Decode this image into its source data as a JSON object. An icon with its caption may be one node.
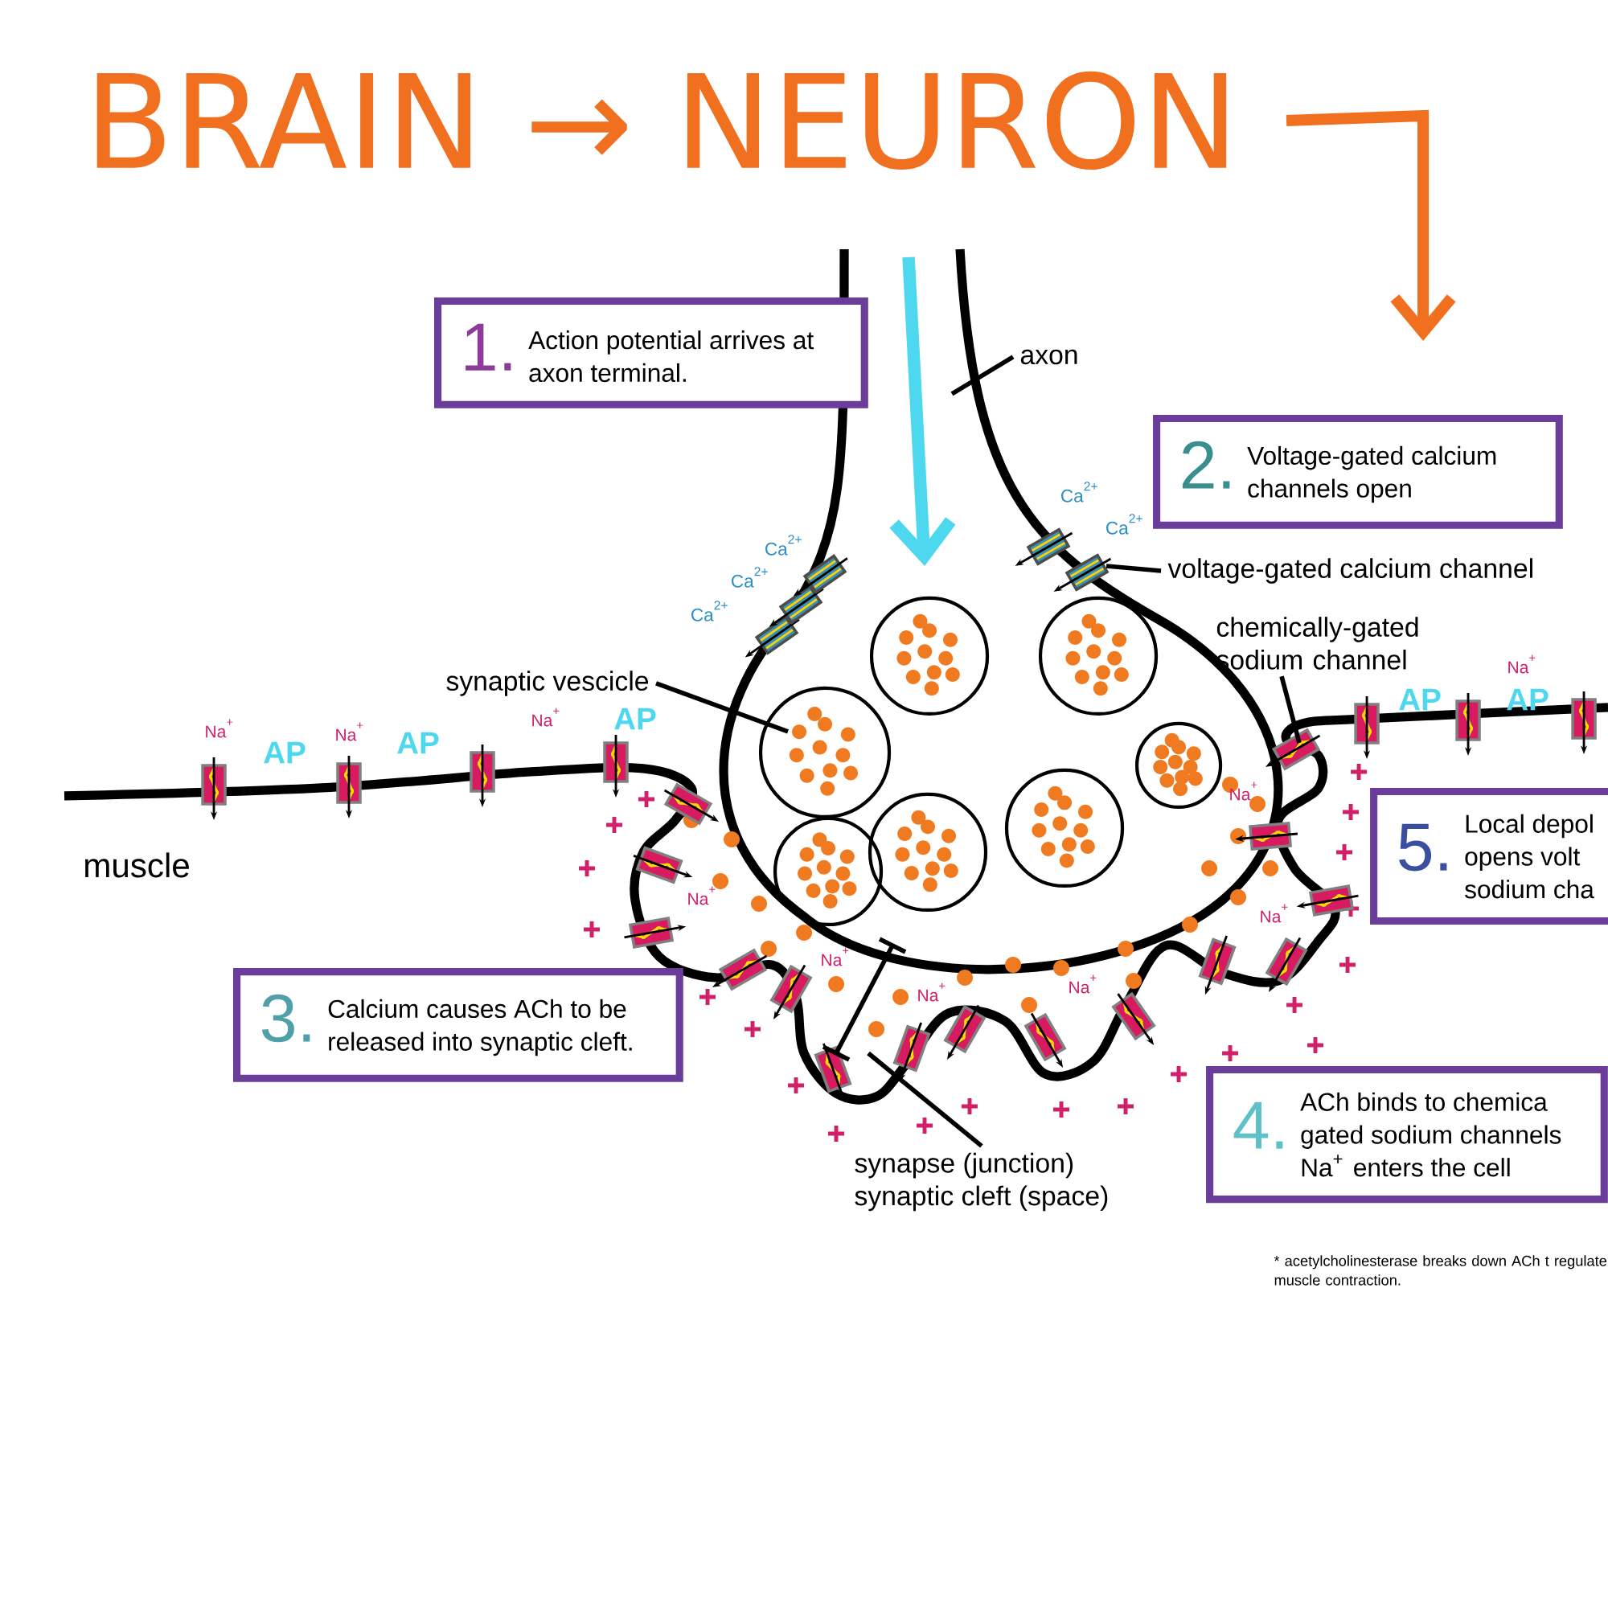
{
  "diagram": {
    "title": "BRAIN → NEURON",
    "nodes": [
      {
        "text": [
          "1.",
          "Action potential arrives at axon terminal."
        ]
      },
      {
        "text": [
          "2.",
          "Voltage-gated calcium channels open"
        ]
      },
      {
        "text": [
          "3.",
          "Calcium causes ACh to be released into synaptic cleft."
        ]
      },
      {
        "text": [
          "4.",
          "ACh binds to chemica gated sodium channels Na$^{+}$ enters the cell"
        ]
      },
      {
        "text": [
          "5.",
          "Local depol opens volt sodium cha"
        ]
      },
      {
        "text": [
          "axon"
        ]
      },
      {
        "text": [
          "voltage-gated calcium channel"
        ]
      },
      {
        "text": [
          "chemically-gated sodium channel"
        ]
      },
      {
        "text": [
          "synaptic vescicle"
        ]
      },
      {
        "text": [
          "synapse (junction)",
          "synaptic cleft (space)"
        ]
      }
    ],
    "edges": [
      {
        "from": 5,
        "to": null,
        "arrow": "none"
      },
      {
        "from": 6,
        "to": null,
        "arrow": "none"
      },
      {
        "from": 7,
        "to": null,
        "arrow": "none"
      },
      {
        "from": 8,
        "to": null,
        "arrow": "none"
      },
      {
        "from": 9,
        "to": null,
        "arrow": "none"
      }
    ],
    "labels": [
      "Ca$^{2+}$",
      "Ca$^{2+}$",
      "Ca$^{2+}$",
      "Ca$^{2+}$",
      "Ca$^{2+}$",
      "AP",
      "AP",
      "Na$^{+}$",
      "Na$^{+}$",
      "AP",
      "Na$^{+}$",
      "Na$^{+}$",
      "AP",
      "AP",
      "Na$^{+}$",
      "muscle",
      "Na$^{+}$",
      "Na$^{+}$",
      "Na$^{+}$",
      "Na$^{+}$",
      "Na$^{+}$",
      "* acetylcholinesterase breaks down ACh t regulate muscle contraction."
    ]
  }
}
